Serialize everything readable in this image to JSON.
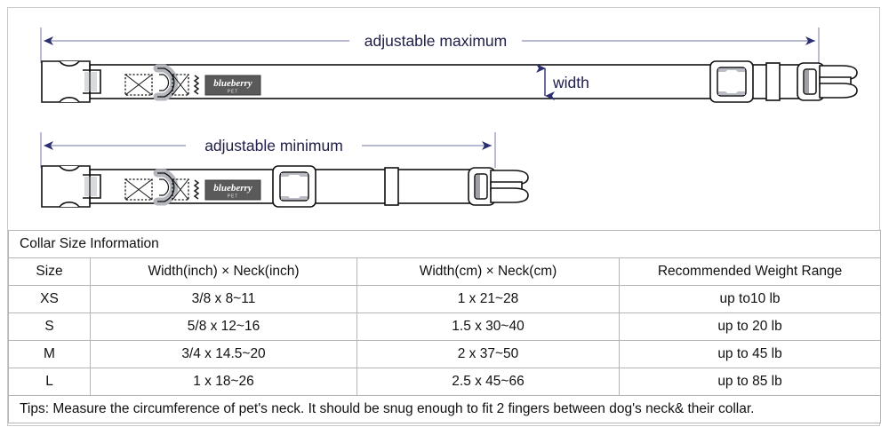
{
  "diagram": {
    "labels": {
      "adjustable_maximum": "adjustable maximum",
      "adjustable_minimum": "adjustable minimum",
      "width": "width"
    },
    "brand_tag": {
      "name": "blueberry",
      "sub": "PET"
    },
    "colors": {
      "arrow": "#2b2f6e",
      "arrow_line": "#8a8fb5",
      "outline": "#111111",
      "hardware_fill": "#ffffff",
      "hardware_shade": "#b9bcc4",
      "tag_fill": "#5a5a5a",
      "frame": "#c9c9c9"
    }
  },
  "table": {
    "title": "Collar Size Information",
    "headers": [
      "Size",
      "Width(inch)  ×  Neck(inch)",
      "Width(cm)  ×  Neck(cm)",
      "Recommended Weight Range"
    ],
    "rows": [
      {
        "size": "XS",
        "inch": "3/8 x 8~11",
        "cm": "1 x 21~28",
        "weight": "up to10 lb"
      },
      {
        "size": "S",
        "inch": "5/8 x 12~16",
        "cm": "1.5 x 30~40",
        "weight": "up to 20 lb"
      },
      {
        "size": "M",
        "inch": "3/4 x 14.5~20",
        "cm": "2 x 37~50",
        "weight": "up to 45 lb"
      },
      {
        "size": "L",
        "inch": "1 x 18~26",
        "cm": "2.5 x 45~66",
        "weight": "up to 85 lb"
      }
    ],
    "tips": "Tips: Measure the circumference of pet's neck. It should be snug enough to fit 2 fingers between dog's neck& their collar."
  }
}
